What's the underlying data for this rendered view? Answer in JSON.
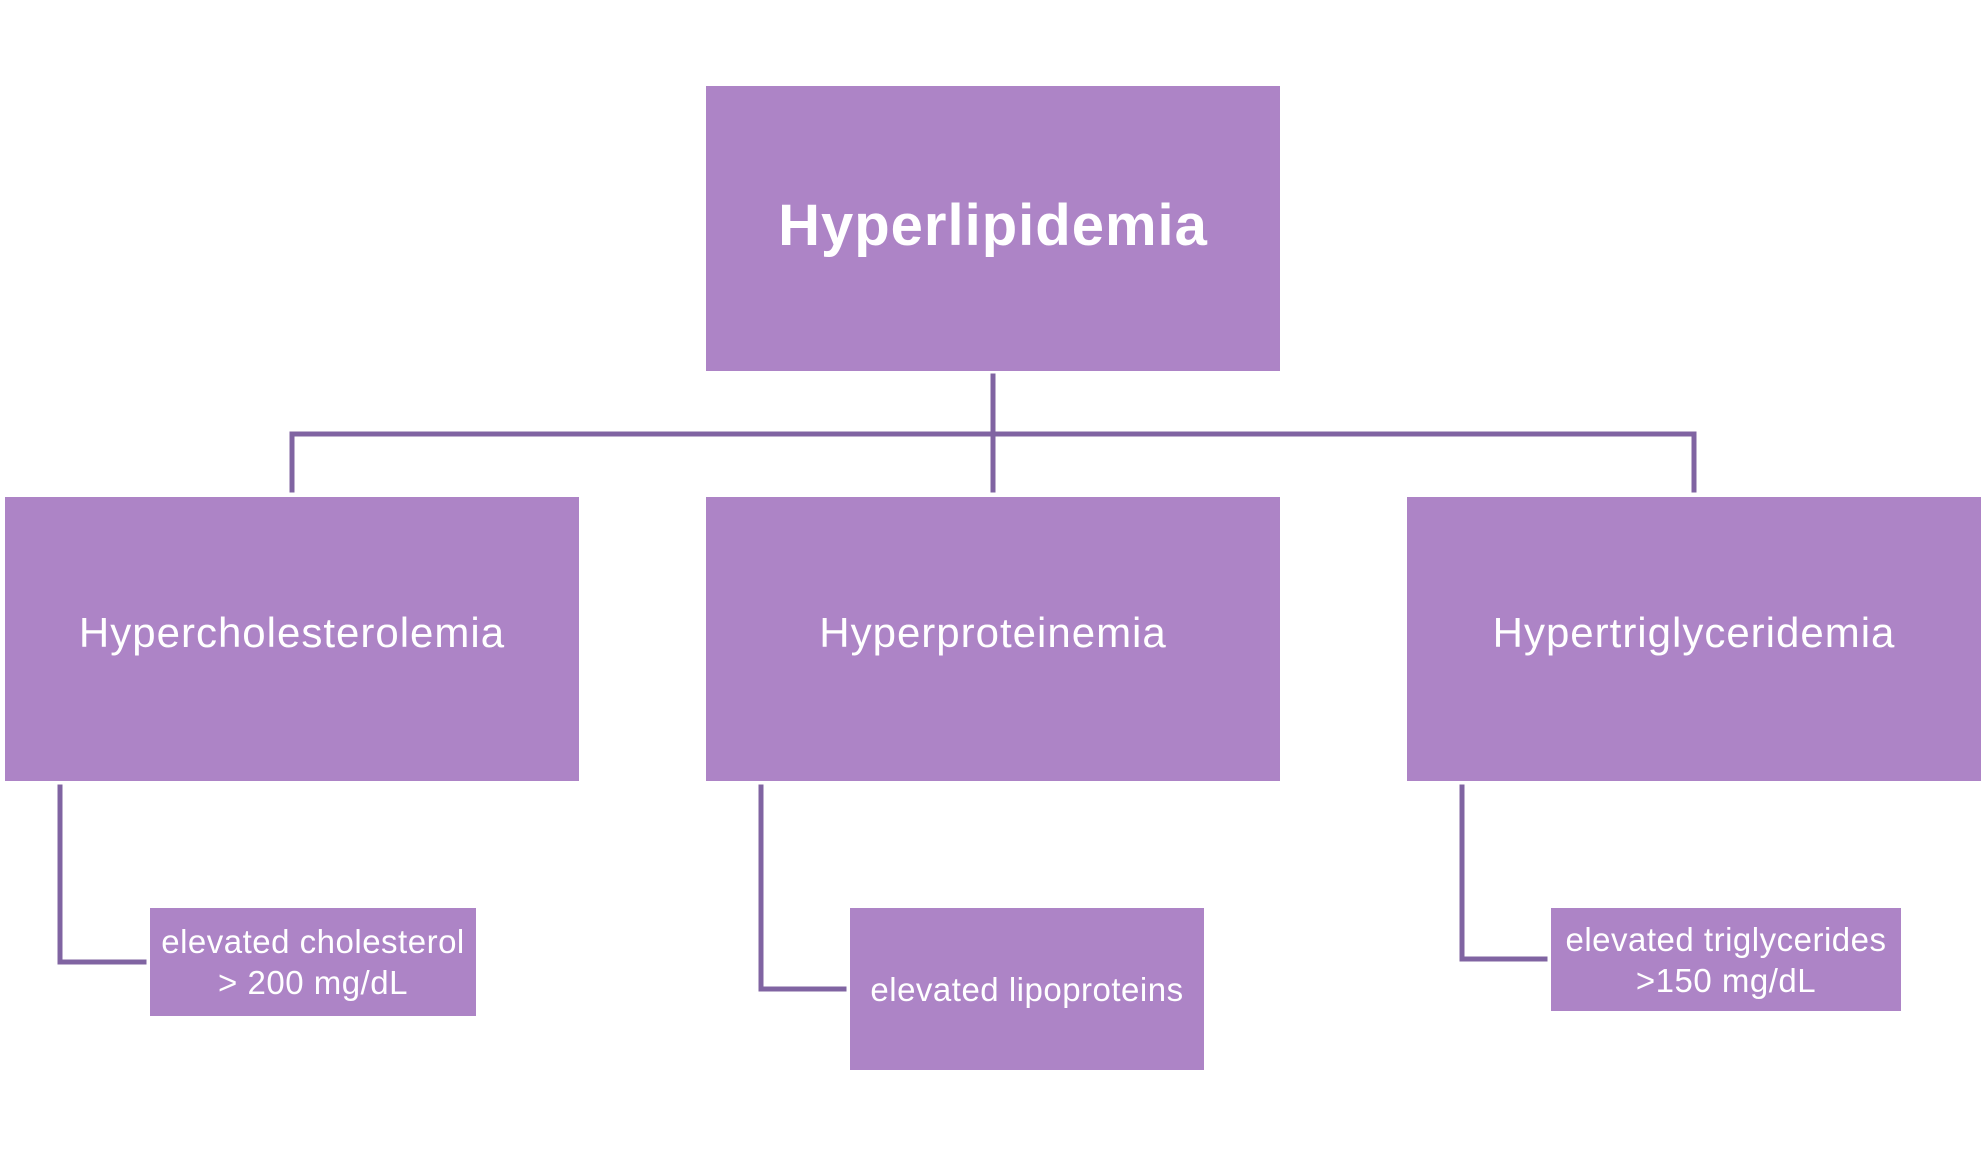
{
  "colors": {
    "node_fill": "#ad84c6",
    "connector": "#8064a2",
    "text": "#ffffff",
    "background": "#ffffff"
  },
  "root": {
    "label": "Hyperlipidemia"
  },
  "children": [
    {
      "label": "Hypercholesterolemia",
      "detail": [
        "elevated cholesterol",
        "> 200 mg/dL"
      ]
    },
    {
      "label": "Hyperproteinemia",
      "detail": [
        "elevated lipoproteins"
      ]
    },
    {
      "label": "Hypertriglyceridemia",
      "detail": [
        "elevated triglycerides",
        ">150 mg/dL"
      ]
    }
  ]
}
